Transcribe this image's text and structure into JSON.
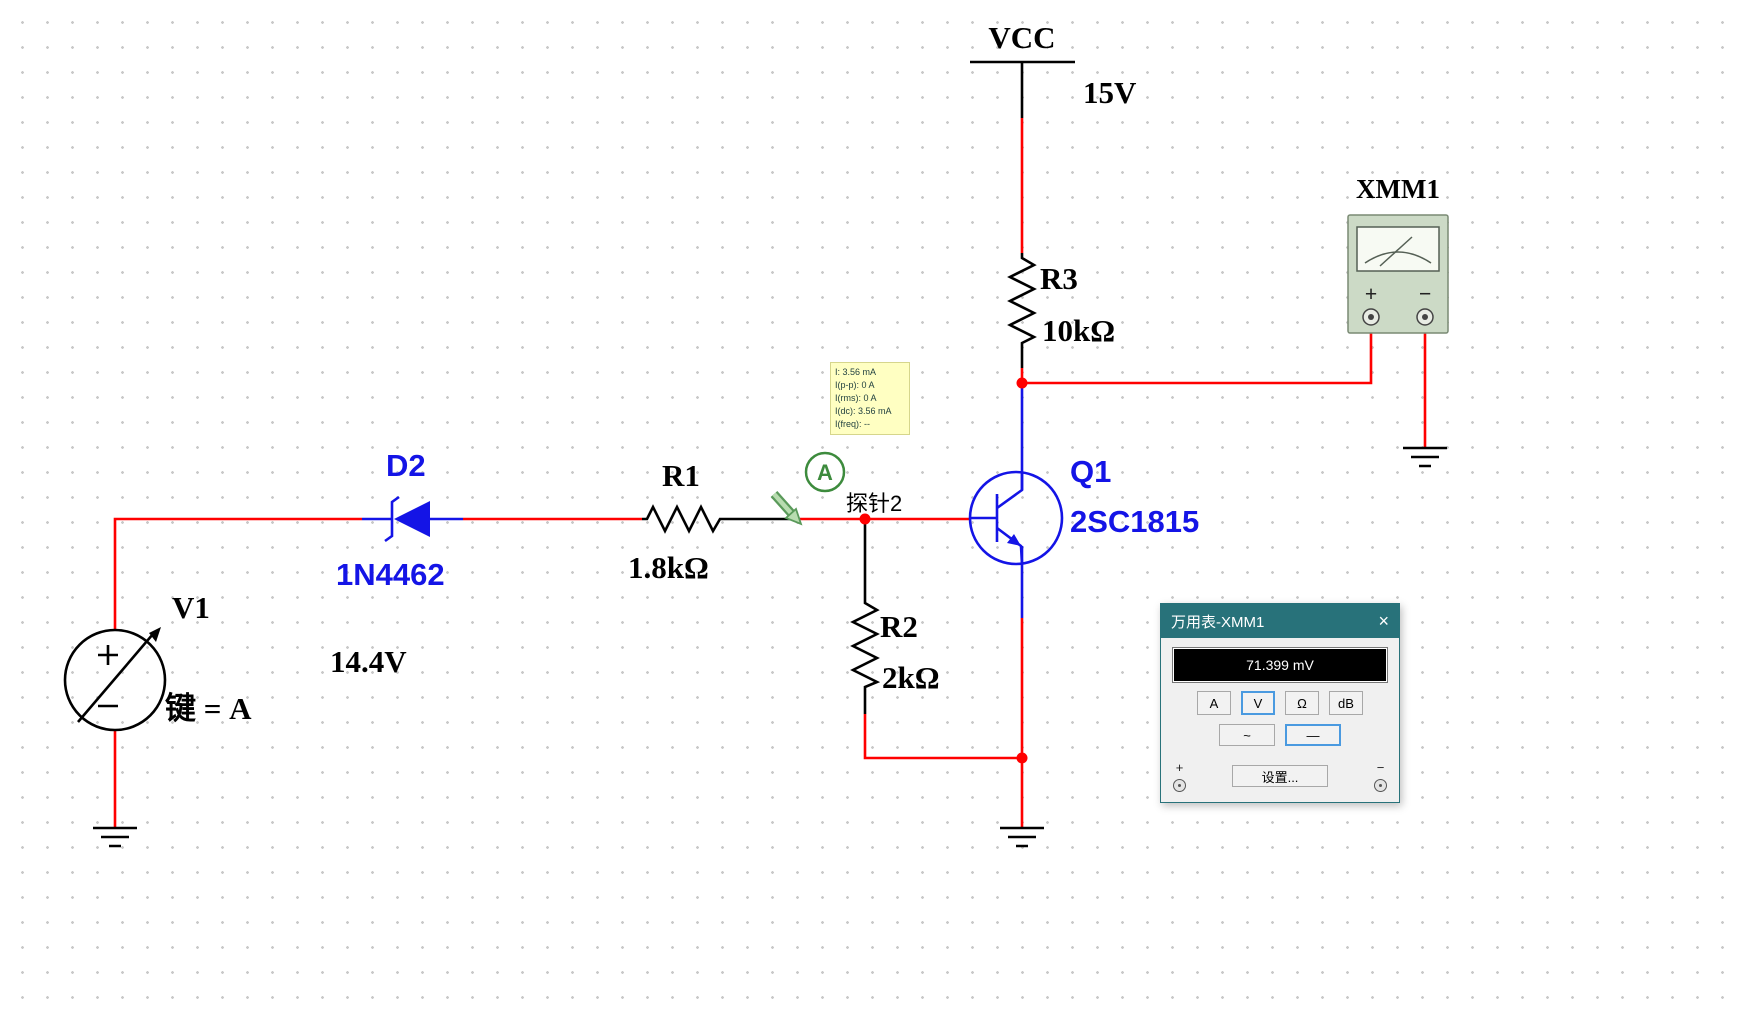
{
  "colors": {
    "wire_red": "#ff0000",
    "component_blue": "#1414e6",
    "probe_green": "#3d8b3d",
    "dialog_title_teal": "#28727a",
    "tooltip_yellow": "#ffffc2"
  },
  "schematic": {
    "vcc": {
      "label": "VCC",
      "value": "15V"
    },
    "r3": {
      "name": "R3",
      "value": "10kΩ"
    },
    "r1": {
      "name": "R1",
      "value": "1.8kΩ"
    },
    "r2": {
      "name": "R2",
      "value": "2kΩ"
    },
    "d2": {
      "name": "D2",
      "model": "1N4462"
    },
    "q1": {
      "name": "Q1",
      "model": "2SC1815"
    },
    "v1": {
      "name": "V1",
      "value": "14.4V",
      "key_label": "键 = A"
    },
    "probe": {
      "symbol": "A",
      "label": "探针2"
    },
    "xmm1": {
      "label": "XMM1",
      "plus": "+",
      "minus": "−"
    }
  },
  "probe_tooltip": {
    "line1": "I: 3.56 mA",
    "line2": "I(p-p): 0 A",
    "line3": "I(rms): 0 A",
    "line4": "I(dc): 3.56 mA",
    "line5": "I(freq): --"
  },
  "multimeter": {
    "title": "万用表-XMM1",
    "close": "×",
    "reading": "71.399 mV",
    "btn_a": "A",
    "btn_v": "V",
    "btn_ohm": "Ω",
    "btn_db": "dB",
    "btn_ac": "~",
    "btn_dc": "—",
    "settings": "设置...",
    "plus": "+",
    "minus": "−"
  }
}
